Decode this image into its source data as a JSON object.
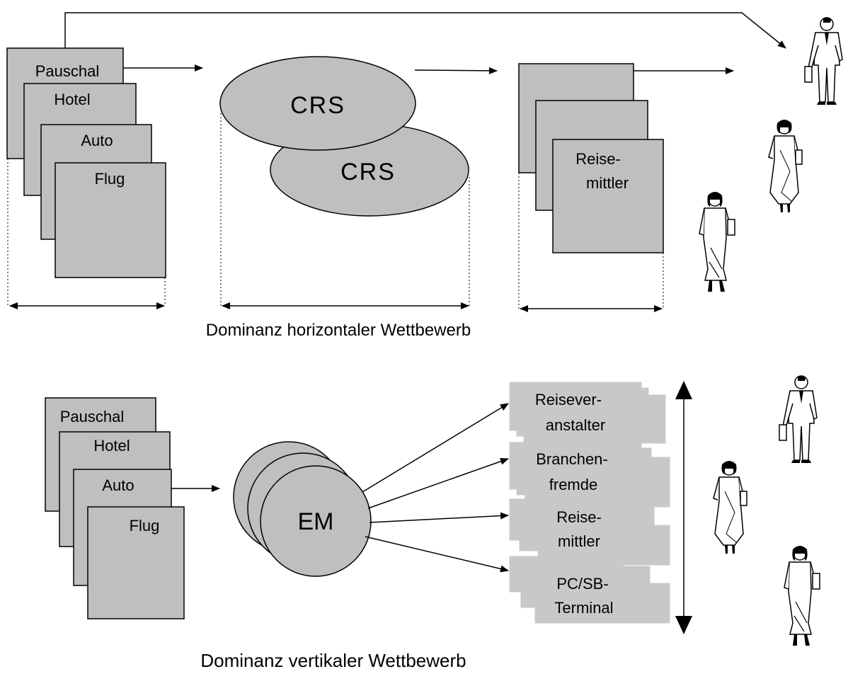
{
  "top": {
    "providers": [
      "Pauschal",
      "Hotel",
      "Auto",
      "Flug"
    ],
    "crs": [
      "CRS",
      "CRS"
    ],
    "intermediary": [
      "Reise-",
      "mittler"
    ],
    "caption": "Dominanz horizontaler Wettbewerb"
  },
  "bottom": {
    "providers": [
      "Pauschal",
      "Hotel",
      "Auto",
      "Flug"
    ],
    "em": "EM",
    "channels": [
      {
        "line1": "Reisever-",
        "line2": "anstalter"
      },
      {
        "line1": "Branchen-",
        "line2": "fremde"
      },
      {
        "line1": "Reise-",
        "line2": "mittler"
      },
      {
        "line1": "PC/SB-",
        "line2": "Terminal"
      }
    ],
    "caption": "Dominanz vertikaler Wettbewerb"
  },
  "colors": {
    "box_fill": "#bfbfbf",
    "stroke": "#000000",
    "background": "#ffffff"
  }
}
